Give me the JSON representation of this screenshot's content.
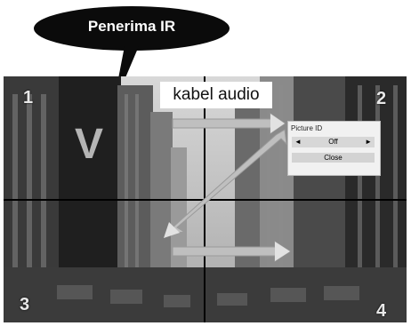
{
  "callout": {
    "label": "Penerima IR"
  },
  "wall": {
    "panels": [
      "1",
      "2",
      "3",
      "4"
    ],
    "cable_label": "kabel audio",
    "overlay_letter": "V"
  },
  "osd": {
    "title": "Picture ID",
    "left_arrow": "◄",
    "value": "Off",
    "right_arrow": "►",
    "close_label": "Close"
  }
}
